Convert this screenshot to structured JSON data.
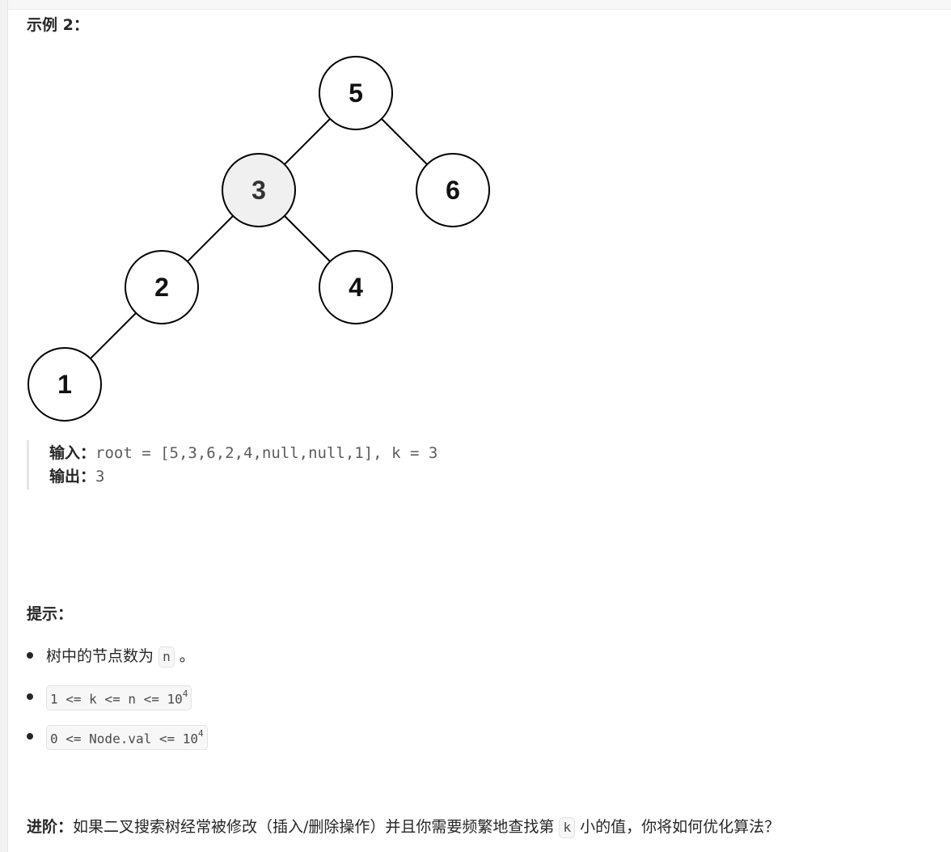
{
  "example": {
    "title": "示例 2：",
    "input_label": "输入：",
    "input_value": "root = [5,3,6,2,4,null,null,1], k = 3",
    "output_label": "输出：",
    "output_value": "3"
  },
  "tree": {
    "nodes": [
      {
        "value": "5",
        "highlighted": false
      },
      {
        "value": "3",
        "highlighted": true
      },
      {
        "value": "6",
        "highlighted": false
      },
      {
        "value": "2",
        "highlighted": false
      },
      {
        "value": "4",
        "highlighted": false
      },
      {
        "value": "1",
        "highlighted": false
      }
    ],
    "highlight_color": "#f0f0f0"
  },
  "hints": {
    "title": "提示：",
    "items": [
      {
        "before": "树中的节点数为",
        "code": "n",
        "after": "。"
      },
      {
        "code_base": "1 <= k <= n <= 10",
        "code_sup": "4"
      },
      {
        "code_base": "0 <= Node.val <= 10",
        "code_sup": "4"
      }
    ]
  },
  "advanced": {
    "label": "进阶：",
    "text_before": "如果二叉搜索树经常被修改（插入/删除操作）并且你需要频繁地查找第",
    "code": "k",
    "text_after": "小的值，你将如何优化算法？"
  }
}
